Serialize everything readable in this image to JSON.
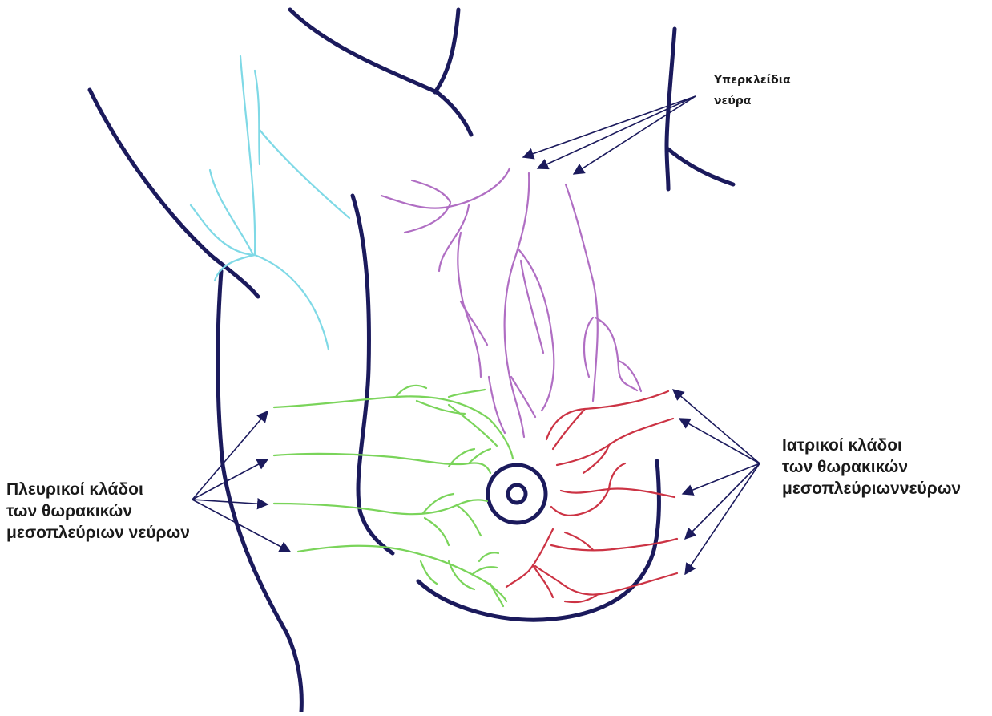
{
  "labels": {
    "supraclavicular_line1": "Υπερκλείδια",
    "supraclavicular_line2": "νεύρα",
    "lateral_line1": "Πλευρικοί κλάδοι",
    "lateral_line2": "των θωρακικών",
    "lateral_line3": "μεσοπλεύριων νεύρων",
    "medial_line1": "Ιατρικοί κλάδοι",
    "medial_line2": "των θωρακικών",
    "medial_line3": "μεσοπλεύριωννεύρων"
  },
  "colors": {
    "outline": "#1b1a5c",
    "supraclavicular_nerves": "#b06ec3",
    "axillary_nerves": "#7fd9e6",
    "lateral_branches": "#7ad45a",
    "medial_branches": "#cc3344"
  }
}
